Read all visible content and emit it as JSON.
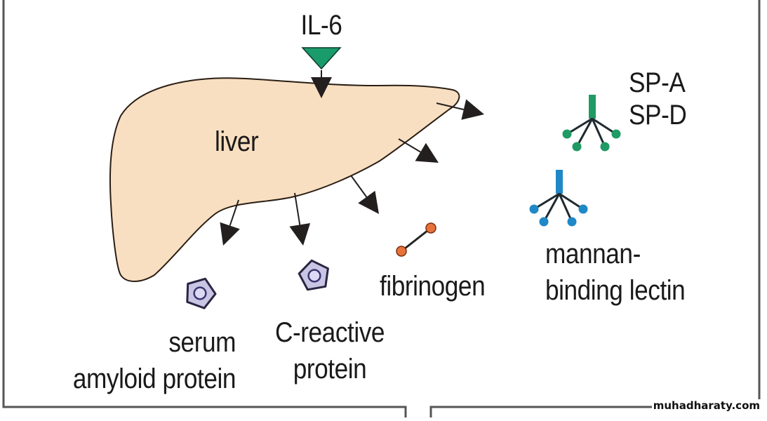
{
  "diagram": {
    "title": "Acute phase proteins produced by the liver",
    "stimulus": {
      "label": "IL-6",
      "color": "#1a9b6c"
    },
    "organ": {
      "label": "liver",
      "fill": "#f9dfc1",
      "stroke": "#2a1e14"
    },
    "products": [
      {
        "id": "sp",
        "label_lines": [
          "SP-A",
          "SP-D"
        ],
        "color": "#1f9b63",
        "shape": "collectin"
      },
      {
        "id": "mbl",
        "label_lines": [
          "mannan-",
          "binding lectin"
        ],
        "color": "#1f88c7",
        "shape": "collectin"
      },
      {
        "id": "fibrinogen",
        "label_lines": [
          "fibrinogen"
        ],
        "color": "#e8733a",
        "shape": "dumbbell"
      },
      {
        "id": "crp",
        "label_lines": [
          "C-reactive",
          "protein"
        ],
        "color": "#c8c6e4",
        "shape": "pentraxin"
      },
      {
        "id": "sap",
        "label_lines": [
          "serum",
          "amyloid protein"
        ],
        "color": "#c8c6e4",
        "shape": "pentraxin"
      }
    ],
    "arrow_color": "#231f1f"
  },
  "watermark": "muhadharaty.com"
}
